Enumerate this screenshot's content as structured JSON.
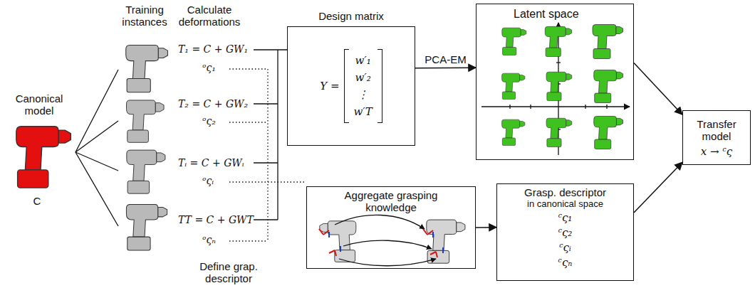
{
  "diagram": {
    "nodes": [
      {
        "text": [
          "Design matrix",
          "Y =",
          "w′₁",
          "w′₂",
          "⋮",
          "w′T"
        ]
      },
      {
        "text": [
          "Latent space"
        ]
      },
      {
        "text": [
          "Aggregate grasping knowledge"
        ]
      },
      {
        "text": [
          "Grasp. descriptor",
          "in canonical space",
          "ᶜς₁",
          "ᶜς₂",
          "ᶜςᵢ",
          "ᶜςₙ"
        ]
      },
      {
        "text": [
          "Transfer model",
          "x → ᶜς"
        ]
      }
    ],
    "edges": [
      {
        "from": 0,
        "to": 1,
        "label": "PCA-EM",
        "arrow": "to"
      },
      {
        "from": 1,
        "to": 4,
        "arrow": "to"
      },
      {
        "from": 2,
        "to": 3,
        "arrow": "to"
      },
      {
        "from": 3,
        "to": 4,
        "arrow": "to"
      }
    ],
    "labels": [
      "Canonical model",
      "C",
      "Training instances",
      "Calculate deformations",
      "T₁ = C + GW₁",
      "T₂ = C + GW₂",
      "Tᵢ = C + GWᵢ",
      "TT = C + GWT",
      "ᵒς₁",
      "ᵒς₂",
      "ᵒςᵢ",
      "ᵒςₙ",
      "Define grap. descriptor"
    ]
  }
}
